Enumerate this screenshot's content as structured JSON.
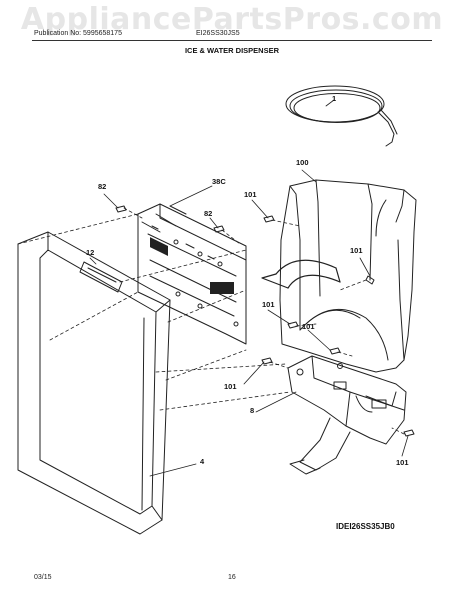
{
  "watermark": "AppliancePartsPros.com",
  "header": {
    "publication": "Publication No: 5995658175",
    "model": "EI26SS30JS5"
  },
  "section_title": "ICE & WATER DISPENSER",
  "callouts": {
    "c1": "1",
    "c100": "100",
    "c82a": "82",
    "c38c": "38C",
    "c101a": "101",
    "c82b": "82",
    "c12": "12",
    "c101b": "101",
    "c101c": "101",
    "c101d": "101",
    "c101e": "101",
    "c8": "8",
    "c4": "4",
    "c101f": "101"
  },
  "diagram_code": "IDEI26SS35JB0",
  "footer": {
    "date": "03/15",
    "page": "16"
  },
  "colors": {
    "line": "#222222",
    "watermark": "#e6e6e6"
  }
}
